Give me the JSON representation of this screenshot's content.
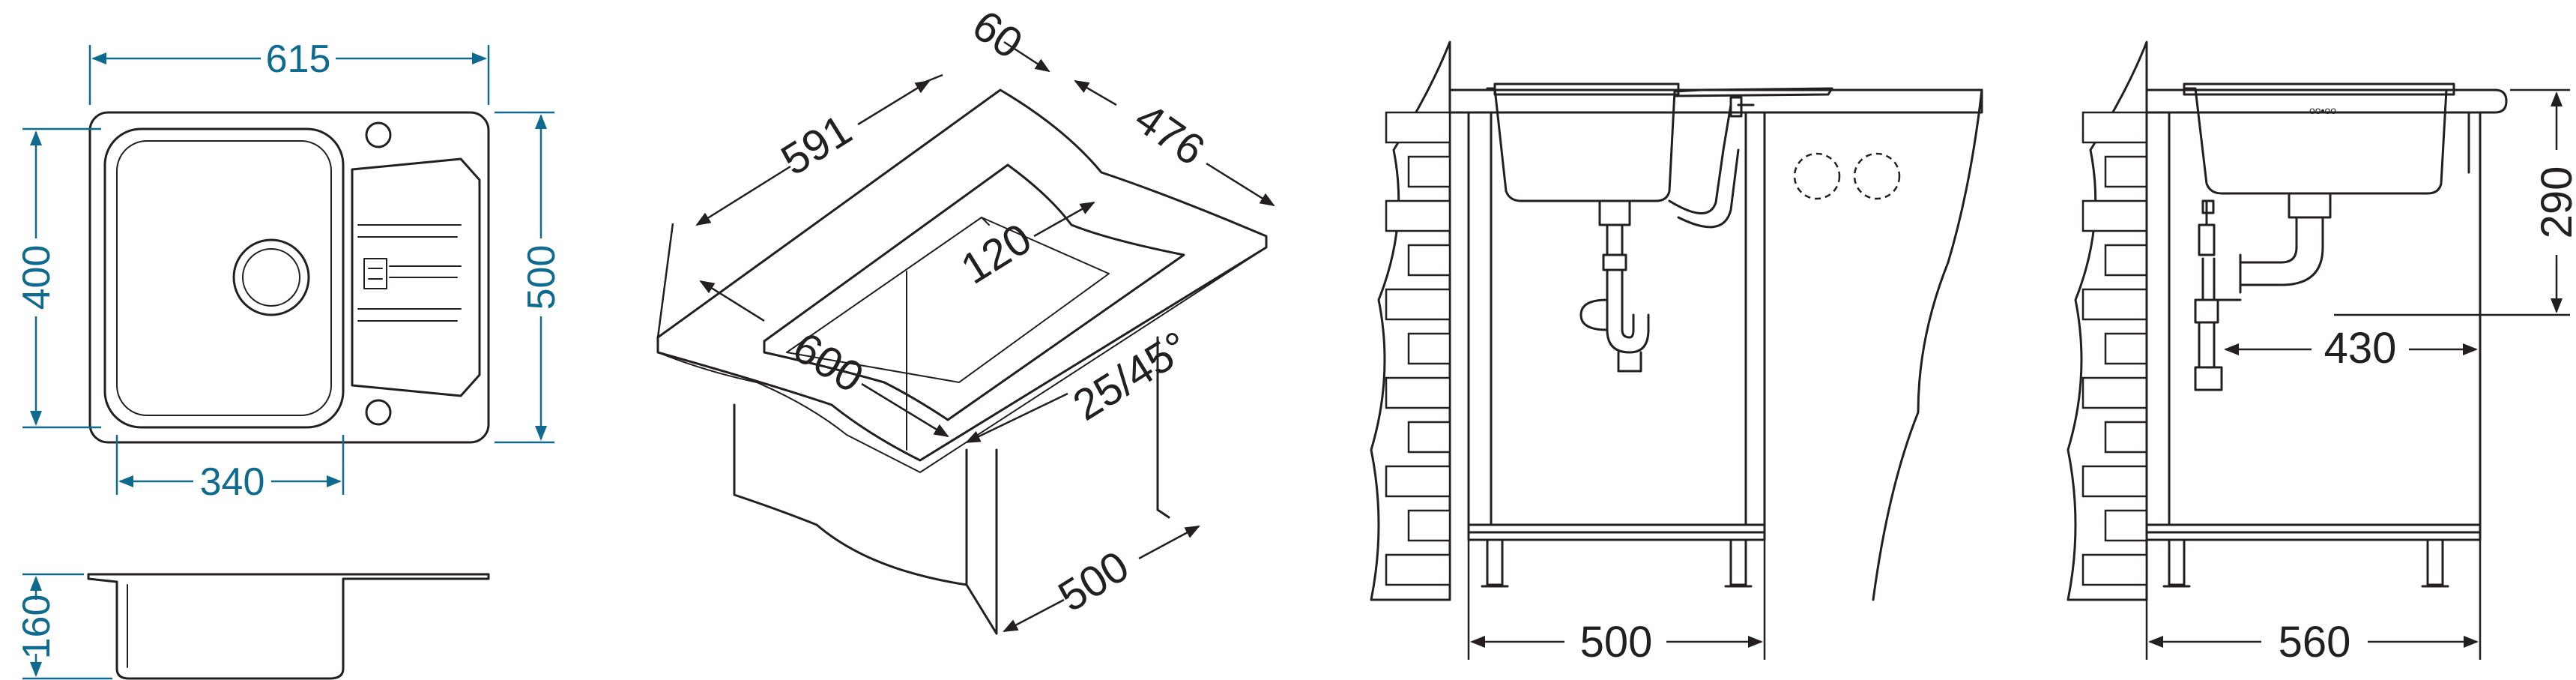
{
  "top_view": {
    "width_label": "615",
    "height_left_label": "400",
    "height_right_label": "500",
    "bowl_width_label": "340"
  },
  "side_profile": {
    "depth_label": "160"
  },
  "iso_view": {
    "label_591": "591",
    "label_60": "60",
    "label_476": "476",
    "label_120": "120",
    "label_600": "600",
    "label_radius": "25/45°",
    "label_500": "500"
  },
  "front_view": {
    "width_label": "500"
  },
  "side_view": {
    "height_label": "290",
    "drain_label": "430",
    "width_label": "560",
    "overflow_mark": "oo•oo"
  },
  "colors": {
    "dimension_blue": "#0e6b8f",
    "line_black": "#231f20"
  }
}
